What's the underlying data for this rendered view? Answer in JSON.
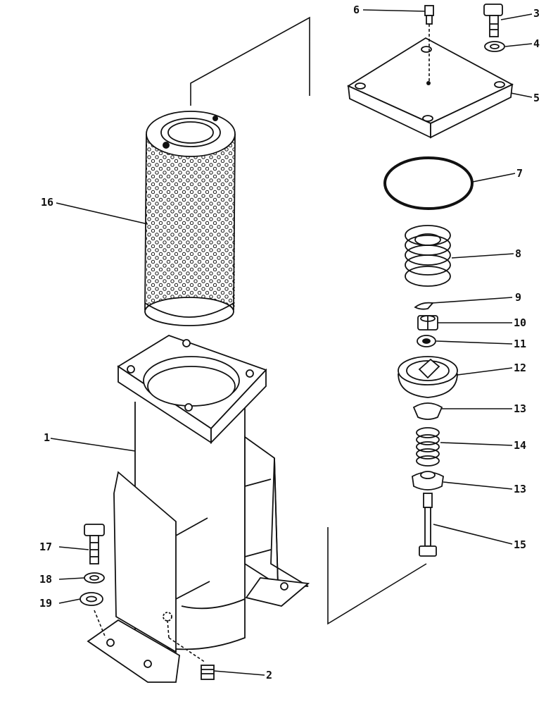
{
  "callouts": [
    {
      "id": "c1",
      "number": "1"
    },
    {
      "id": "c2",
      "number": "2"
    },
    {
      "id": "c3",
      "number": "3"
    },
    {
      "id": "c4",
      "number": "4"
    },
    {
      "id": "c5",
      "number": "5"
    },
    {
      "id": "c6",
      "number": "6"
    },
    {
      "id": "c7",
      "number": "7"
    },
    {
      "id": "c8",
      "number": "8"
    },
    {
      "id": "c9",
      "number": "9"
    },
    {
      "id": "c10",
      "number": "10"
    },
    {
      "id": "c11",
      "number": "11"
    },
    {
      "id": "c12",
      "number": "12"
    },
    {
      "id": "c13a",
      "number": "13"
    },
    {
      "id": "c14",
      "number": "14"
    },
    {
      "id": "c13b",
      "number": "13"
    },
    {
      "id": "c15",
      "number": "15"
    },
    {
      "id": "c16",
      "number": "16"
    },
    {
      "id": "c17",
      "number": "17"
    },
    {
      "id": "c18",
      "number": "18"
    },
    {
      "id": "c19",
      "number": "19"
    }
  ]
}
